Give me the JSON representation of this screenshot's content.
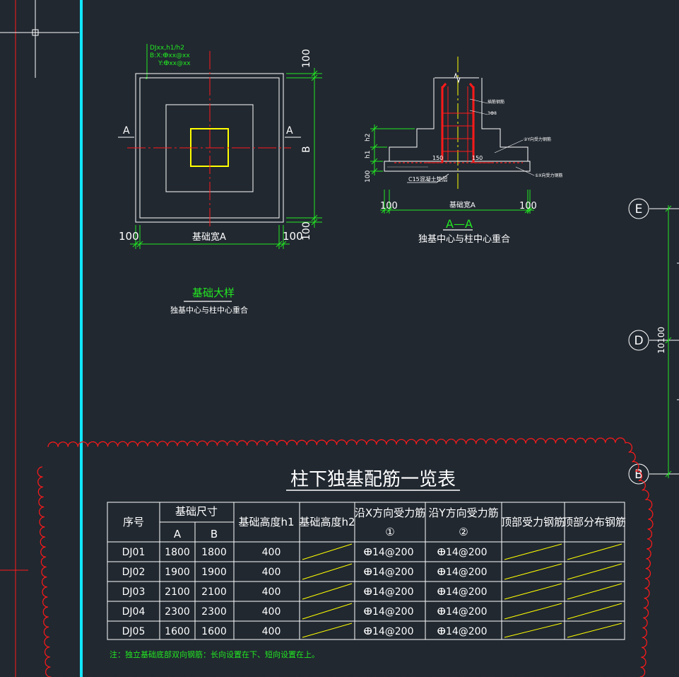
{
  "plan": {
    "note_line1": "DJxx,h1/h2",
    "note_line2": "B:X:ⴲxx@xx",
    "note_line3": "Y:ⴲxx@xx",
    "section_tag_left": "A",
    "section_tag_right": "A",
    "dim_right_top": "100",
    "dim_right_mid": "B",
    "dim_right_bot": "100",
    "dim_bottom_left": "100",
    "dim_bottom_mid": "基础宽A",
    "dim_bottom_right": "100",
    "caption_title": "基础大样",
    "caption_sub": "独基中心与柱中心重合"
  },
  "section": {
    "label_top": "插筋钢筋",
    "label_3x8": "3ⴲ8",
    "label_h2": "h2",
    "label_h1": "h1",
    "label_100": "100",
    "label_150_left": "150",
    "label_150_right": "150",
    "label_y_rebar": "②Y向受力钢筋",
    "label_x_rebar": "①X向受力钢筋",
    "label_c15": "C15混凝土垫层",
    "dim_left": "100",
    "dim_mid": "基础宽A",
    "dim_right": "100",
    "title": "A—A",
    "sub": "独基中心与柱中心重合"
  },
  "axes": {
    "E": "E",
    "D": "D",
    "B": "B",
    "dim_total": "10100"
  },
  "table": {
    "title": "柱下独基配筋一览表",
    "headers": {
      "no": "序号",
      "size": "基础尺寸",
      "a": "A",
      "b": "B",
      "h1": "基础高度h1",
      "h2": "基础高度h2",
      "x_line1": "沿X方向受力筋",
      "x_line2": "①",
      "y_line1": "沿Y方向受力筋",
      "y_line2": "②",
      "top_main": "顶部受力钢筋",
      "top_dist": "顶部分布钢筋"
    },
    "rows": [
      {
        "no": "DJ01",
        "a": "1800",
        "b": "1800",
        "h1": "400",
        "x": "ⴲ14@200",
        "y": "ⴲ14@200"
      },
      {
        "no": "DJ02",
        "a": "1900",
        "b": "1900",
        "h1": "400",
        "x": "ⴲ14@200",
        "y": "ⴲ14@200"
      },
      {
        "no": "DJ03",
        "a": "2100",
        "b": "2100",
        "h1": "400",
        "x": "ⴲ14@200",
        "y": "ⴲ14@200"
      },
      {
        "no": "DJ04",
        "a": "2300",
        "b": "2300",
        "h1": "400",
        "x": "ⴲ14@200",
        "y": "ⴲ14@200"
      },
      {
        "no": "DJ05",
        "a": "1600",
        "b": "1600",
        "h1": "400",
        "x": "ⴲ14@200",
        "y": "ⴲ14@200"
      }
    ],
    "note": "注：独立基础底部双向钢筋：长向设置在下、短向设置在上。"
  },
  "colors": {
    "background": "#212830",
    "cyan": "#12e6ff",
    "red": "#ff1a1a",
    "green": "#22e822",
    "yellow": "#ffff00",
    "white": "#ffffff"
  }
}
